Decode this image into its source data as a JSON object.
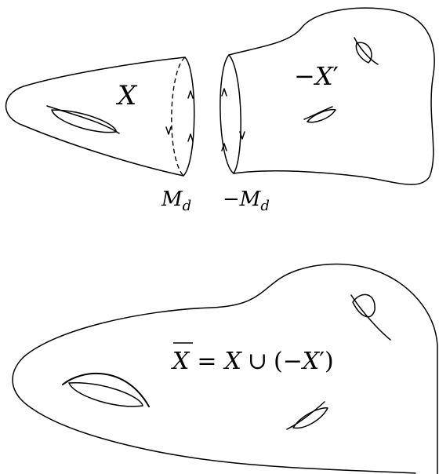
{
  "top": {
    "left_piece_label": {
      "base": "X"
    },
    "right_piece_label": {
      "sign": "−",
      "base": "X",
      "prime": "′"
    },
    "left_boundary_label": {
      "base": "M",
      "sub": "d"
    },
    "right_boundary_label": {
      "sign": "−",
      "base": "M",
      "sub": "d"
    }
  },
  "bottom": {
    "union_label": {
      "lhs": "X",
      "rel": "=",
      "a": "X",
      "cup": "∪",
      "open": "(",
      "neg": "−",
      "b": "X",
      "prime": "′",
      "close": ")"
    }
  }
}
